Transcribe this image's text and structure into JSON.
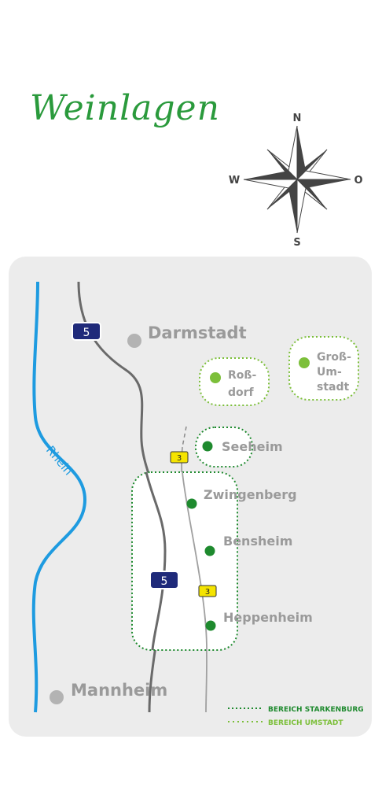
{
  "title": "Weinlagen",
  "compass": {
    "north": "N",
    "east": "O",
    "south": "S",
    "west": "W"
  },
  "river": {
    "label": "Rhein",
    "color": "#1e9be0"
  },
  "motorway": {
    "number": "5",
    "color": "#1f2a7a"
  },
  "road": {
    "number": "3",
    "color": "#f5e400"
  },
  "cities": {
    "darmstadt": "Darmstadt",
    "mannheim": "Mannheim"
  },
  "towns": {
    "rossdorf_1": "Roß-",
    "rossdorf_2": "dorf",
    "gross_umstadt_1": "Groß-",
    "gross_umstadt_2": "Um-",
    "gross_umstadt_3": "stadt",
    "seeheim": "Seeheim",
    "zwingenberg": "Zwingenberg",
    "bensheim": "Bensheim",
    "heppenheim": "Heppenheim"
  },
  "legend": [
    {
      "label": "BEREICH STARKENBURG",
      "color": "#1e8a2e"
    },
    {
      "label": "BEREICH UMSTADT",
      "color": "#7cbf3a"
    }
  ],
  "colors": {
    "starkenburg_dot": "#1e8a2e",
    "umstadt_dot": "#7cbf3a",
    "city_dot": "#b3b3b3",
    "label_gray": "#9a9a9a",
    "panel": "#ececec"
  }
}
